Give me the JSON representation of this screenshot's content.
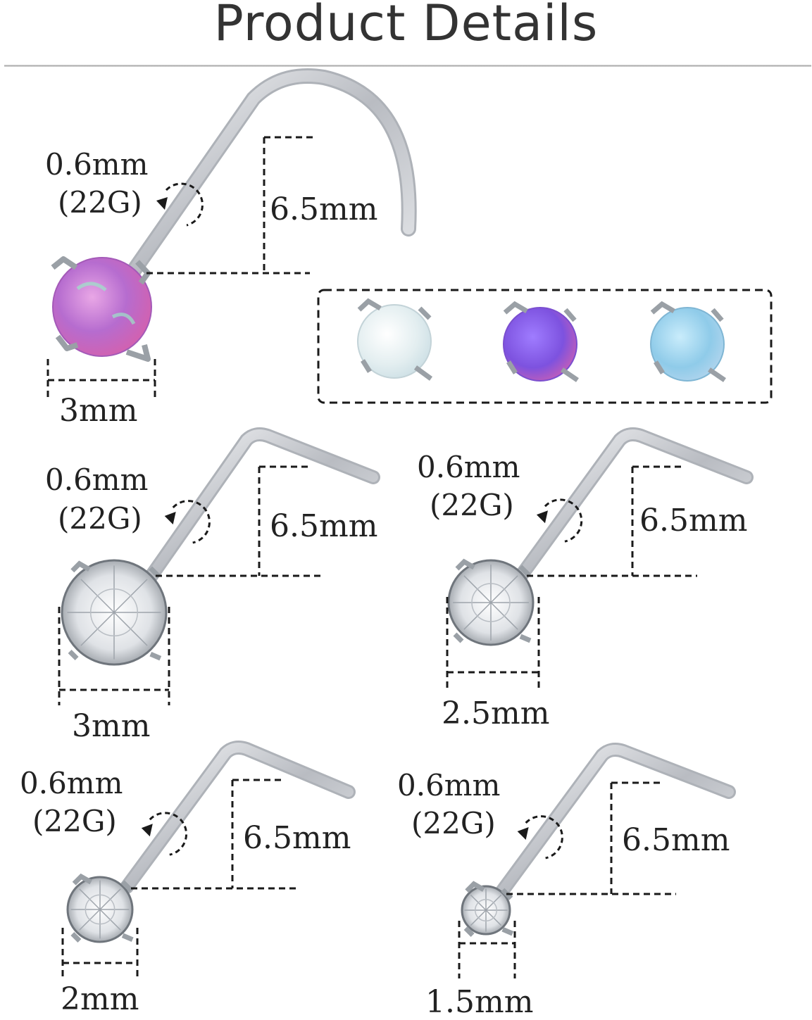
{
  "title": "Product Details",
  "colors": {
    "text": "#222222",
    "metal": "#c9ccd1",
    "dash": "#1a1a1a",
    "opal_pink": "#c07ad2",
    "opal_white": "#eef3f4",
    "opal_purple": "#8b64e6",
    "opal_blue": "#96d0ea"
  },
  "items": [
    {
      "style": "screw-nose-stud",
      "stone": "opal",
      "gauge_mm": "0.6mm",
      "gauge_g": "(22G)",
      "length": "6.5mm",
      "diameter": "3mm"
    },
    {
      "style": "l-shape",
      "stone": "cz",
      "gauge_mm": "0.6mm",
      "gauge_g": "(22G)",
      "length": "6.5mm",
      "diameter": "3mm"
    },
    {
      "style": "l-shape",
      "stone": "cz",
      "gauge_mm": "0.6mm",
      "gauge_g": "(22G)",
      "length": "6.5mm",
      "diameter": "2.5mm"
    },
    {
      "style": "l-shape",
      "stone": "cz",
      "gauge_mm": "0.6mm",
      "gauge_g": "(22G)",
      "length": "6.5mm",
      "diameter": "2mm"
    },
    {
      "style": "l-shape",
      "stone": "cz",
      "gauge_mm": "0.6mm",
      "gauge_g": "(22G)",
      "length": "6.5mm",
      "diameter": "1.5mm"
    }
  ],
  "opal_options": [
    "white-opal",
    "purple-opal",
    "blue-opal"
  ]
}
